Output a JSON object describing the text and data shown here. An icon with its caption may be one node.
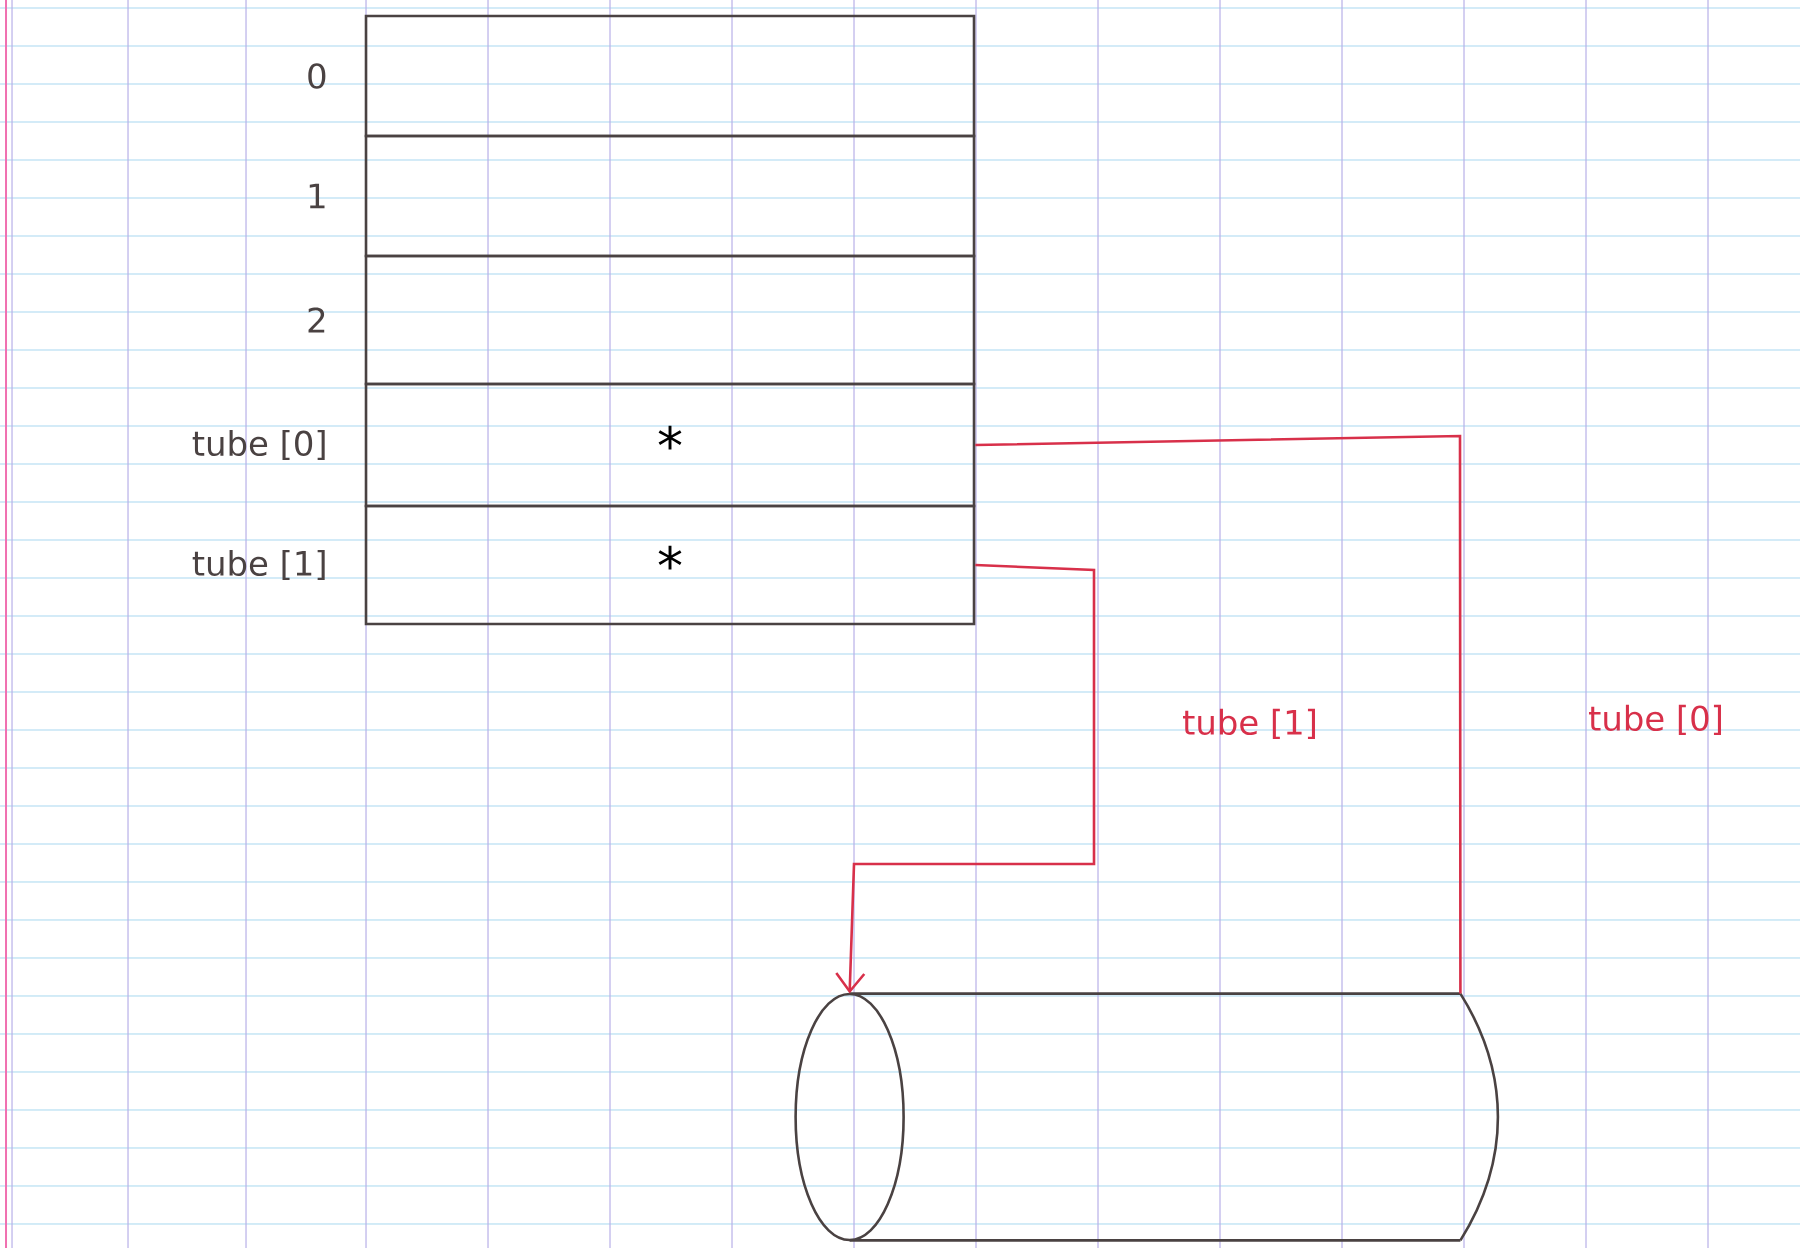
{
  "diagram": {
    "nodes": [
      {
        "text": [],
        "shape": "box",
        "beside": [
          "0"
        ]
      },
      {
        "text": [],
        "shape": "box",
        "beside": [
          "1"
        ]
      },
      {
        "text": [],
        "shape": "box",
        "beside": [
          "2"
        ]
      },
      {
        "text": [
          "*"
        ],
        "beside": [
          "tube [0]"
        ]
      },
      {
        "text": [
          "*"
        ],
        "beside": [
          "tube [1]"
        ]
      },
      {
        "text": [],
        "shape": "cylinder"
      }
    ],
    "edges": [
      {
        "from": 4,
        "to": 5,
        "arrow": "to",
        "label": "tube [1]"
      },
      {
        "from": 3,
        "to": 5,
        "arrow": "none",
        "label": "tube [0]"
      }
    ]
  }
}
